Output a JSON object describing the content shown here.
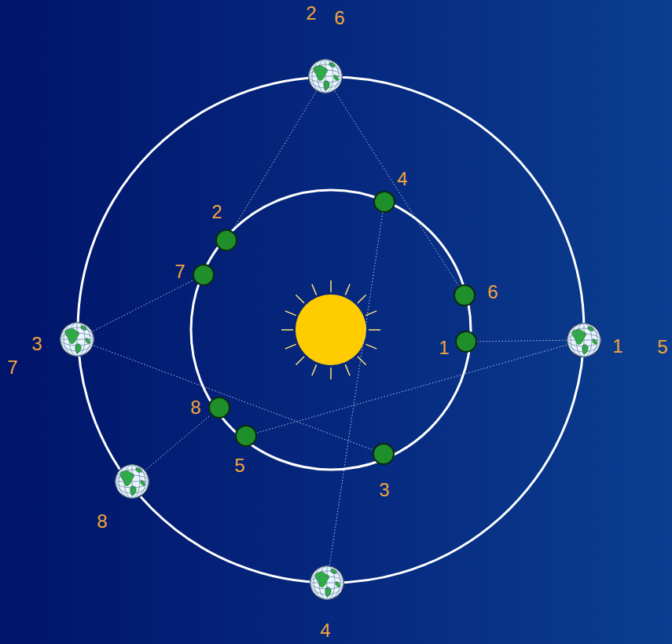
{
  "diagram": {
    "nodes": [
      {
        "text": [
          "2",
          "6"
        ]
      },
      {
        "text": [
          "3",
          "7"
        ]
      },
      {
        "text": [
          "1",
          "5"
        ]
      },
      {
        "text": [
          "8"
        ]
      },
      {
        "text": [
          "4"
        ]
      },
      {
        "text": [
          "1"
        ]
      },
      {
        "text": [
          "2"
        ]
      },
      {
        "text": [
          "3"
        ]
      },
      {
        "text": [
          "4"
        ]
      },
      {
        "text": [
          "5"
        ]
      },
      {
        "text": [
          "6"
        ]
      },
      {
        "text": [
          "7"
        ]
      },
      {
        "text": [
          "8"
        ]
      }
    ],
    "edges": [
      {
        "from": 0,
        "to": 6,
        "arrow": "none"
      },
      {
        "from": 0,
        "to": 10,
        "arrow": "none"
      },
      {
        "from": 1,
        "to": 11,
        "arrow": "none"
      },
      {
        "from": 1,
        "to": 7,
        "arrow": "none"
      },
      {
        "from": 2,
        "to": 5,
        "arrow": "none"
      },
      {
        "from": 2,
        "to": 9,
        "arrow": "none"
      },
      {
        "from": 3,
        "to": 12,
        "arrow": "none"
      },
      {
        "from": 4,
        "to": 8,
        "arrow": "none"
      }
    ]
  }
}
